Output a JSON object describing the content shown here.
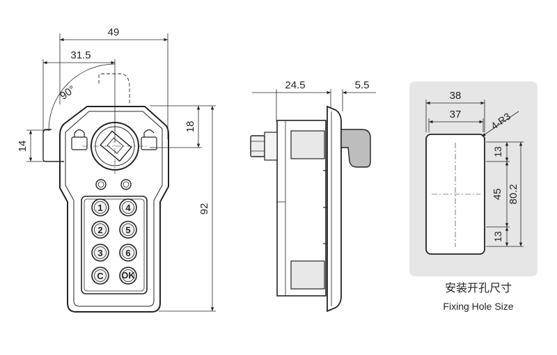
{
  "front_view": {
    "dim_width_total": "49",
    "dim_width_partial": "31.5",
    "dim_angle": "90°",
    "dim_height_top": "18",
    "dim_height_cam": "14",
    "dim_height_total": "92",
    "keys": [
      "1",
      "4",
      "2",
      "5",
      "3",
      "6",
      "C",
      "OK"
    ]
  },
  "side_view": {
    "dim_body_depth": "24.5",
    "dim_front_depth": "5.5"
  },
  "fixing_hole": {
    "dim_outer_width": "38",
    "dim_inner_width": "37",
    "dim_radius": "4-R3",
    "dim_top_offset": "13",
    "dim_hole_spacing": "45",
    "dim_total_height": "80.2",
    "dim_bottom_offset": "13",
    "caption_cn": "安装开孔尺寸",
    "caption_en": "Fixing Hole Size"
  },
  "colors": {
    "line": "#222222",
    "panel_bg": "#e6e6e6"
  }
}
